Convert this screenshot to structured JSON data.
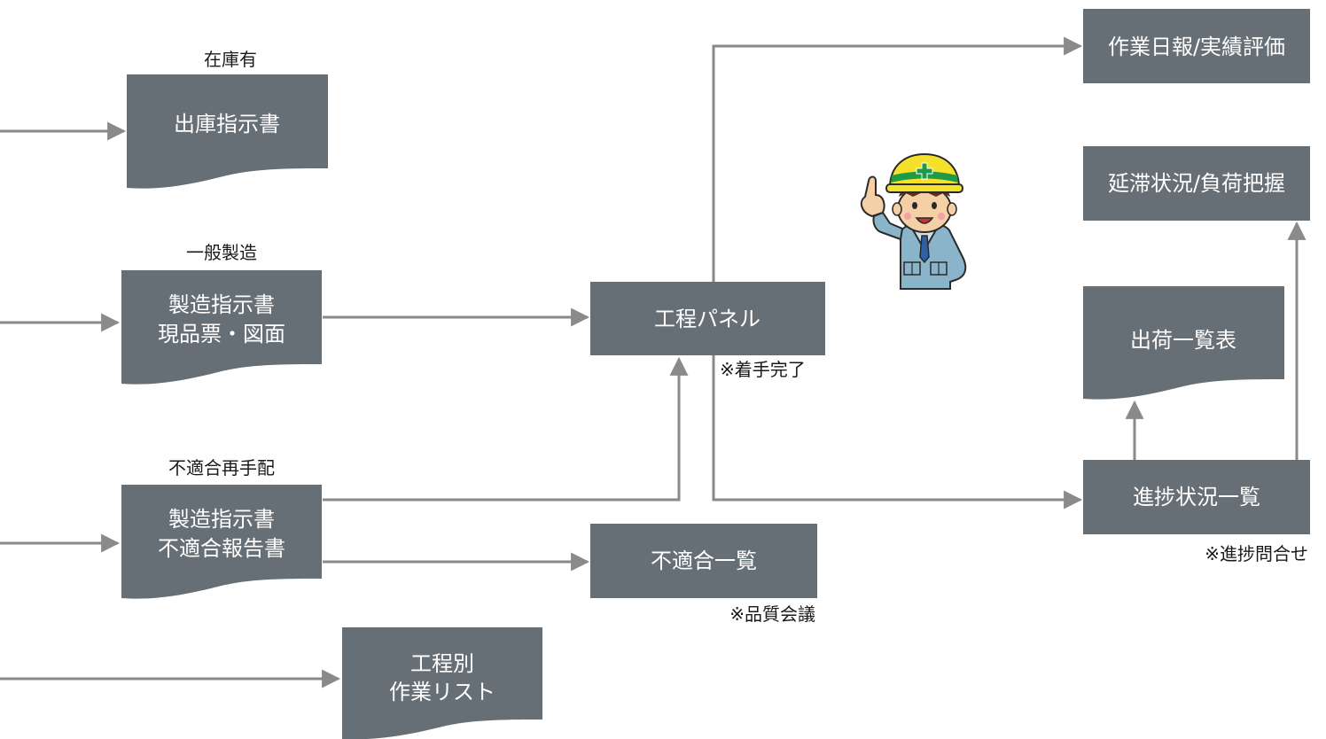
{
  "colors": {
    "box": "#666f75",
    "connector": "#8a8a8a",
    "box_text": "#ffffff",
    "label_text": "#1a1a1a"
  },
  "labels": {
    "stock": "在庫有",
    "general": "一般製造",
    "rework": "不適合再手配"
  },
  "boxes": {
    "shipping_instruction": [
      "出庫指示書"
    ],
    "manufacturing_instruction": [
      "製造指示書",
      "現品票・図面"
    ],
    "nonconformance_docs": [
      "製造指示書",
      "不適合報告書"
    ],
    "process_worklist": [
      "工程別",
      "作業リスト"
    ],
    "process_panel": [
      "工程パネル"
    ],
    "nonconformance_list": [
      "不適合一覧"
    ],
    "daily_report": [
      "作業日報/実績評価"
    ],
    "delay_status": [
      "延滞状況/負荷把握"
    ],
    "shipping_list": [
      "出荷一覧表"
    ],
    "progress_list": [
      "進捗状況一覧"
    ]
  },
  "notes": {
    "start_finish": "※着手完了",
    "quality_meeting": "※品質会議",
    "progress_inquiry": "※進捗問合せ"
  },
  "illustration": {
    "icon": "worker-pointing-icon"
  }
}
